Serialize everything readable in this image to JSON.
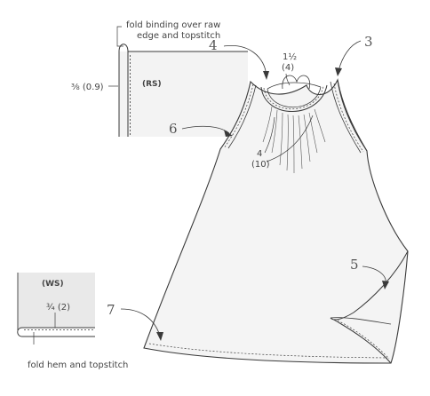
{
  "insets": {
    "binding": {
      "note_line1": "fold binding over raw",
      "note_line2": "edge and topstitch",
      "width_label": "⅜ (0.9)",
      "side_label": "(RS)"
    },
    "hem": {
      "side_label": "(WS)",
      "depth_label": "¾ (2)",
      "note": "fold hem and topstitch"
    }
  },
  "callouts": {
    "step_3": "3",
    "step_4": "4",
    "step_5": "5",
    "step_6": "6",
    "step_7": "7"
  },
  "measurements": {
    "top_imperial": "1½",
    "top_metric": "(4)",
    "bottom_imperial": "4",
    "bottom_metric": "(10)"
  },
  "colors": {
    "line": "#3a3a3a",
    "fabric_shade": "#f1f1f1",
    "inset_shade": "#e9e9e9"
  }
}
